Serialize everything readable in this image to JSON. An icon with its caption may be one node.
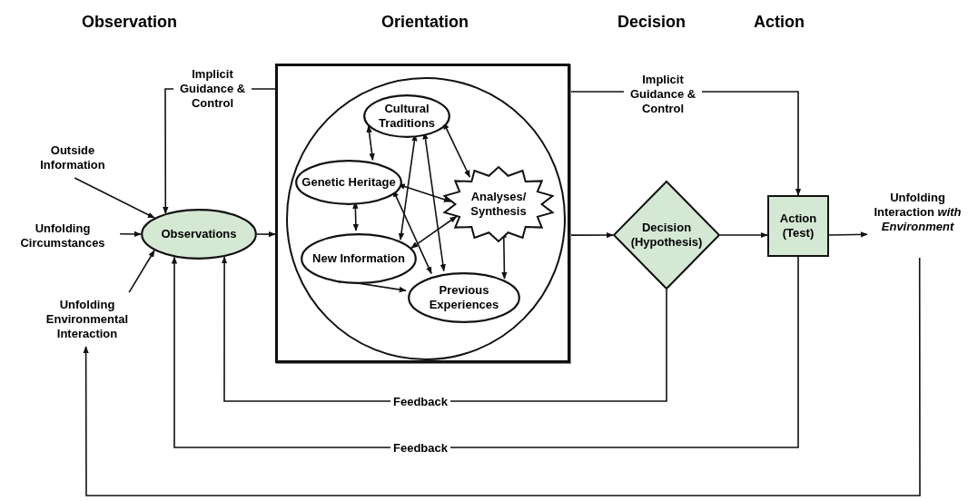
{
  "diagram": {
    "nodes": [
      {
        "text": [
          "Observations"
        ]
      },
      {
        "text": [],
        "shape": "box"
      },
      {
        "text": [],
        "shape": "circle",
        "in": 1
      },
      {
        "text": [
          "Cultural Traditions"
        ],
        "in": 2
      },
      {
        "text": [
          "Genetic Heritage"
        ],
        "in": 2
      },
      {
        "text": [
          "Analyses/ Synthesis"
        ],
        "in": 2
      },
      {
        "text": [
          "New Information"
        ],
        "in": 2
      },
      {
        "text": [
          "Previous Experiences"
        ],
        "in": 2
      },
      {
        "text": [
          "Decision (Hypothesis)"
        ]
      },
      {
        "text": [
          "Action (Test)"
        ]
      },
      {
        "text": [
          "Outside Information"
        ]
      },
      {
        "text": [
          "Unfolding Circumstances"
        ]
      },
      {
        "text": [
          "Unfolding Environmental Interaction"
        ]
      },
      {
        "text": [
          "Unfolding Interaction *with Environment*"
        ]
      }
    ],
    "edges": [
      {
        "from": 10,
        "to": 0,
        "arrow": "to"
      },
      {
        "from": 11,
        "to": 0,
        "arrow": "to"
      },
      {
        "from": 12,
        "to": 0,
        "arrow": "to"
      },
      {
        "from": 1,
        "to": 0,
        "arrow": "to",
        "label": "Implicit Guidance & Control"
      },
      {
        "from": 0,
        "to": 1,
        "arrow": "to"
      },
      {
        "from": 1,
        "to": 9,
        "arrow": "to",
        "label": "Implicit Guidance & Control"
      },
      {
        "from": 3,
        "to": 4,
        "arrow": "both"
      },
      {
        "from": 3,
        "to": 5,
        "arrow": "both"
      },
      {
        "from": 3,
        "to": 6,
        "arrow": "both"
      },
      {
        "from": 3,
        "to": 7,
        "arrow": "both"
      },
      {
        "from": 4,
        "to": 5,
        "arrow": "both"
      },
      {
        "from": 4,
        "to": 6,
        "arrow": "both"
      },
      {
        "from": 4,
        "to": 7,
        "arrow": "both"
      },
      {
        "from": 6,
        "to": 5,
        "arrow": "both"
      },
      {
        "from": 6,
        "to": 7,
        "arrow": "both"
      },
      {
        "from": 5,
        "to": 7,
        "arrow": "both"
      },
      {
        "from": 1,
        "to": 8,
        "arrow": "to"
      },
      {
        "from": 8,
        "to": 9,
        "arrow": "to"
      },
      {
        "from": 9,
        "to": 13,
        "arrow": "to"
      },
      {
        "from": 8,
        "to": 0,
        "arrow": "to",
        "label": "Feedback"
      },
      {
        "from": 9,
        "to": 0,
        "arrow": "to",
        "label": "Feedback"
      },
      {
        "from": 13,
        "to": 12,
        "arrow": "to"
      }
    ],
    "labels": [
      "Observation",
      "Orientation",
      "Decision",
      "Action"
    ]
  }
}
